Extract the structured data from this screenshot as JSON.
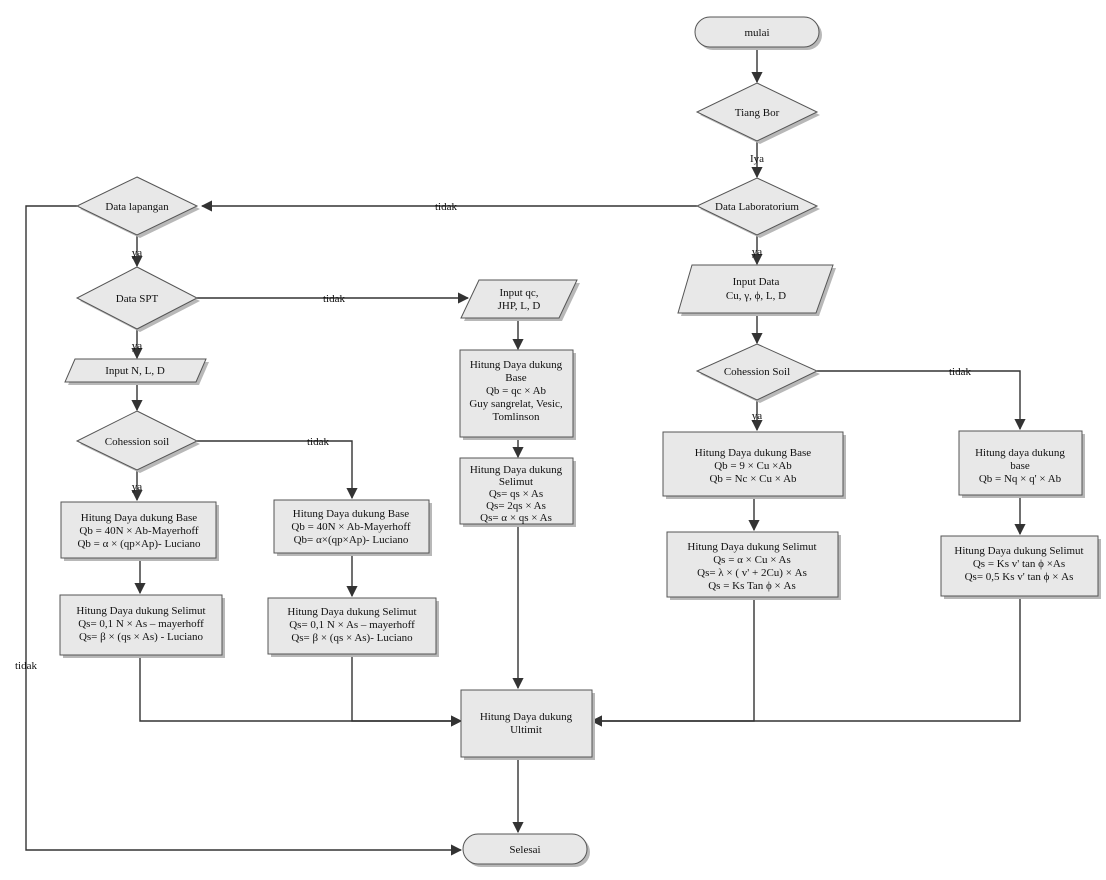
{
  "nodes": {
    "mulai": {
      "lines": [
        "mulai"
      ]
    },
    "tiang_bor": {
      "lines": [
        "Tiang Bor"
      ]
    },
    "data_lab": {
      "lines": [
        "Data Laboratorium"
      ]
    },
    "data_lapangan": {
      "lines": [
        "Data lapangan"
      ]
    },
    "data_spt": {
      "lines": [
        "Data SPT"
      ]
    },
    "input_qc": {
      "lines": [
        "Input qc,",
        "JHP, L, D"
      ]
    },
    "input_data": {
      "lines": [
        "Input Data",
        "Cu, γ, ϕ, L, D"
      ]
    },
    "input_nld": {
      "lines": [
        "Input N, L, D"
      ]
    },
    "cohesion_soil_l": {
      "lines": [
        "Cohession soil"
      ]
    },
    "cohesion_soil_r": {
      "lines": [
        "Cohession Soil"
      ]
    },
    "base_qc": {
      "lines": [
        "Hitung Daya dukung",
        "Base",
        "Qb = qc × Ab",
        "Guy sangrelat, Vesic,",
        "Tomlinson"
      ]
    },
    "selimut_qc": {
      "lines": [
        "Hitung Daya dukung",
        "Selimut",
        "Qs= qs × As",
        "Qs= 2qs × As",
        "Qs= α × qs × As"
      ]
    },
    "base_spt_ya": {
      "lines": [
        "Hitung Daya dukung Base",
        "Qb = 40N × Ab-Mayerhoff",
        "Qb = α × (qp×Ap)- Luciano"
      ]
    },
    "base_spt_tidak": {
      "lines": [
        "Hitung Daya dukung Base",
        "Qb = 40N × Ab-Mayerhoff",
        "Qb= α×(qp×Ap)- Luciano"
      ]
    },
    "selimut_spt_ya": {
      "lines": [
        "Hitung Daya dukung Selimut",
        "Qs= 0,1 N × As – mayerhoff",
        "Qs= β × (qs × As) - Luciano"
      ]
    },
    "selimut_spt_tidak": {
      "lines": [
        "Hitung Daya dukung Selimut",
        "Qs= 0,1 N × As – mayerhoff",
        "Qs= β × (qs × As)- Luciano"
      ]
    },
    "base_lab_ya": {
      "lines": [
        "Hitung Daya dukung Base",
        "Qb = 9 × Cu ×Ab",
        "Qb = Nc × Cu × Ab"
      ]
    },
    "base_lab_tidak": {
      "lines": [
        "Hitung daya dukung",
        "base",
        "Qb = Nq × q' × Ab"
      ]
    },
    "selimut_lab_ya": {
      "lines": [
        "Hitung Daya dukung Selimut",
        "Qs = α × Cu × As",
        "Qs= λ × ( v' + 2Cu) × As",
        "Qs = Ks Tan ϕ × As"
      ]
    },
    "selimut_lab_tidak": {
      "lines": [
        "Hitung Daya dukung Selimut",
        "Qs = Ks v' tan ϕ ×As",
        "Qs= 0,5 Ks v' tan ϕ × As"
      ]
    },
    "ultimit": {
      "lines": [
        "Hitung Daya dukung",
        "Ultimit"
      ]
    },
    "selesai": {
      "lines": [
        "Selesai"
      ]
    }
  },
  "edge_labels": {
    "iya": "Iya",
    "tidak_lab_lapangan": "tidak",
    "ya_lab": "ya",
    "ya_lapangan": "ya",
    "tidak_spt": "tidak",
    "ya_spt": "ya",
    "tidak_coh_l": "tidak",
    "ya_coh_l": "ya",
    "ya_coh_r": "ya",
    "tidak_coh_r": "tidak",
    "tidak_lapangan_left": "tidak"
  }
}
